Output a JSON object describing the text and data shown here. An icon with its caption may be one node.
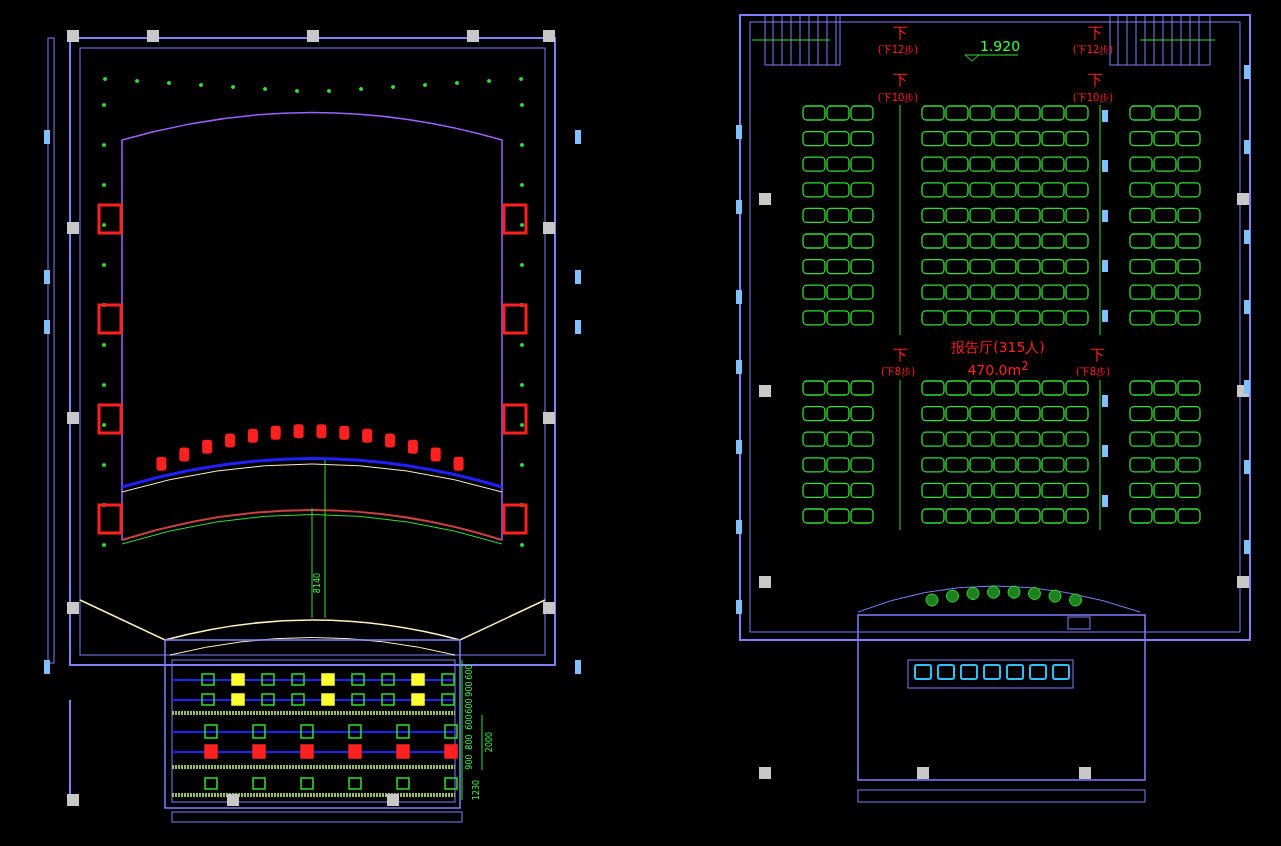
{
  "diagram": {
    "labels": [
      "下",
      "下",
      "(下12步)",
      "1.920",
      "(下12步)",
      "下",
      "下",
      "(下10步)",
      "(下10步)",
      "报告厅(315人)",
      "下",
      "下",
      "(下8步)",
      "470.0m$^{2}$",
      "(下8步)",
      "8140",
      "600",
      "900",
      "600",
      "600",
      "800",
      "900",
      "2000",
      "1230"
    ]
  }
}
